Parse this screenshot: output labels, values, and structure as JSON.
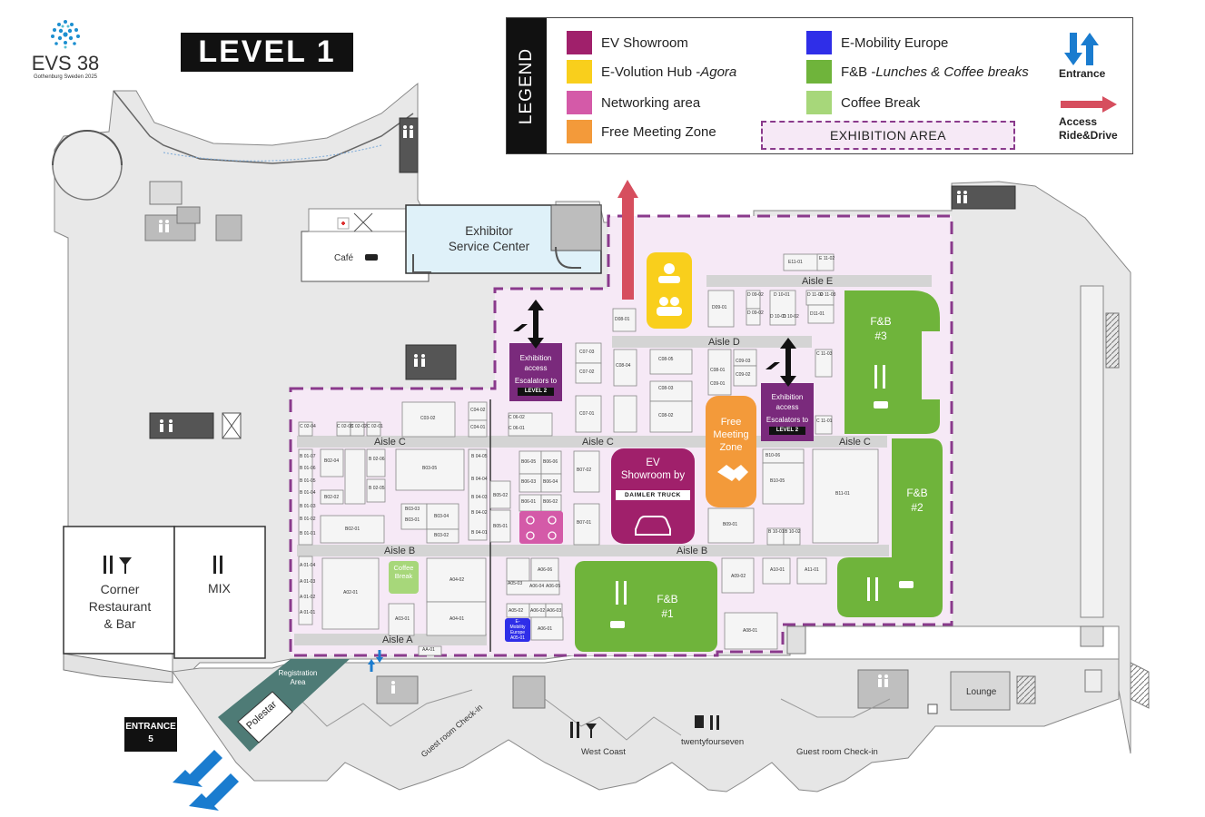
{
  "logo": {
    "title": "EVS 38",
    "subtitle": "Gothenburg Sweden 2025"
  },
  "level": "LEVEL 1",
  "legend": {
    "tab": "LEGEND",
    "items": [
      {
        "label": "EV Showroom",
        "em": "",
        "color": "#a0206b"
      },
      {
        "label": "E-Volution Hub - ",
        "em": "Agora",
        "color": "#f9cf1c"
      },
      {
        "label": "Networking area",
        "em": "",
        "color": "#d45aa8"
      },
      {
        "label": "Free Meeting Zone",
        "em": "",
        "color": "#f39a3a"
      },
      {
        "label": "E-Mobility Europe",
        "em": "",
        "color": "#2f2ee8"
      },
      {
        "label": "F&B - ",
        "em": "Lunches & Coffee breaks",
        "color": "#6fb43b"
      },
      {
        "label": "Coffee Break",
        "em": "",
        "color": "#a7d77a"
      }
    ],
    "exhibition_area": "EXHIBITION AREA",
    "entrance": "Entrance",
    "access_ride_drive": [
      "Access",
      "Ride&Drive"
    ]
  },
  "colors": {
    "purple_dark": "#7a2a7c",
    "exhibition_fill": "#f6e9f6",
    "exhibition_border": "#8a3a8c",
    "fb_green": "#6fb43b",
    "coffee_green": "#a7d77a",
    "orange": "#f39a3a",
    "yellow": "#f9cf1c",
    "showroom": "#a0206b",
    "blue": "#2f2ee8",
    "service_blue": "#dff1f9",
    "arrow_red": "#d64e5e",
    "teal": "#4e7b76",
    "entrance_blue": "#1a7ccf"
  },
  "rooms": {
    "exhibitor_service": [
      "Exhibitor",
      "Service Center"
    ],
    "cafe": "Café",
    "corner_restaurant": [
      "Corner",
      "Restaurant",
      "& Bar"
    ],
    "mix": "MIX",
    "registration": [
      "Registration",
      "Area"
    ],
    "polestar": "Polestar",
    "entrance5": [
      "ENTRANCE",
      "5"
    ],
    "guest_checkin_left": "Guest room Check-in",
    "guest_checkin_right": "Guest room Check-in",
    "west_coast": "West Coast",
    "twentyfourseven": "twentyfourseven",
    "lounge": "Lounge"
  },
  "aisles": {
    "a": "Aisle A",
    "b_left": "Aisle B",
    "b_right": "Aisle B",
    "c_left": "Aisle C",
    "c_mid": "Aisle C",
    "c_right": "Aisle C",
    "d": "Aisle D",
    "e": "Aisle E"
  },
  "features": {
    "exhibition_access_1": [
      "Exhibition",
      "access",
      "Escalators to",
      "LEVEL 2"
    ],
    "exhibition_access_2": [
      "Exhibition",
      "access",
      "Escalators to",
      "LEVEL 2"
    ],
    "free_meeting": [
      "Free",
      "Meeting",
      "Zone"
    ],
    "ev_showroom": [
      "EV",
      "Showroom by"
    ],
    "daimler": "DAIMLER TRUCK",
    "fb1": [
      "F&B",
      "#1"
    ],
    "fb2": [
      "F&B",
      "#2"
    ],
    "fb3": [
      "F&B",
      "#3"
    ],
    "coffee_break": [
      "Coffee",
      "Break"
    ],
    "emobility": [
      "E-",
      "Mobility",
      "Europe",
      "A05-01"
    ]
  },
  "booths": [
    {
      "id": "E11-01"
    },
    {
      "id": "E 11-02"
    },
    {
      "id": "D09-01"
    },
    {
      "id": "D 09-02"
    },
    {
      "id": "D 09-02"
    },
    {
      "id": "D 10-01"
    },
    {
      "id": "D 10-01"
    },
    {
      "id": "D 10-02"
    },
    {
      "id": "D 11-02"
    },
    {
      "id": "D 11-03"
    },
    {
      "id": "D11-01"
    },
    {
      "id": "D08-01"
    },
    {
      "id": "C07-03"
    },
    {
      "id": "C07-02"
    },
    {
      "id": "C07-01"
    },
    {
      "id": "C08-04"
    },
    {
      "id": "C08-05"
    },
    {
      "id": "C08-01"
    },
    {
      "id": "C08-03"
    },
    {
      "id": "C08-02"
    },
    {
      "id": "C09-01"
    },
    {
      "id": "C09-03"
    },
    {
      "id": "C09-02"
    },
    {
      "id": "C 11-03"
    },
    {
      "id": "C 11-01"
    },
    {
      "id": "C04-02"
    },
    {
      "id": "C04-01"
    },
    {
      "id": "C03-02"
    },
    {
      "id": "C 02-04"
    },
    {
      "id": "C 02-03"
    },
    {
      "id": "C 02-02"
    },
    {
      "id": "C 02-01"
    },
    {
      "id": "C 06-02"
    },
    {
      "id": "C 06-01"
    },
    {
      "id": "B02-04"
    },
    {
      "id": "B02-02"
    },
    {
      "id": "B02-01"
    },
    {
      "id": "B 02-06"
    },
    {
      "id": "B 02-05"
    },
    {
      "id": "B03-05"
    },
    {
      "id": "B03-03"
    },
    {
      "id": "B03-01"
    },
    {
      "id": "B03-04"
    },
    {
      "id": "B03-02"
    },
    {
      "id": "B 04-05"
    },
    {
      "id": "B 04-04"
    },
    {
      "id": "B 04-03"
    },
    {
      "id": "B 04-02"
    },
    {
      "id": "B 04-01"
    },
    {
      "id": "B05-02"
    },
    {
      "id": "B05-01"
    },
    {
      "id": "B06-05"
    },
    {
      "id": "B06-06"
    },
    {
      "id": "B06-03"
    },
    {
      "id": "B06-04"
    },
    {
      "id": "B06-01"
    },
    {
      "id": "B06-02"
    },
    {
      "id": "B07-02"
    },
    {
      "id": "B07-01"
    },
    {
      "id": "B09-01"
    },
    {
      "id": "B10-06"
    },
    {
      "id": "B10-05"
    },
    {
      "id": "B 10-01"
    },
    {
      "id": "B 10-02"
    },
    {
      "id": "B11-01"
    },
    {
      "id": "A02-01"
    },
    {
      "id": "A03-01"
    },
    {
      "id": "A04-02"
    },
    {
      "id": "A04-01"
    },
    {
      "id": "A05-03"
    },
    {
      "id": "A06-06"
    },
    {
      "id": "A06-04"
    },
    {
      "id": "A06-05"
    },
    {
      "id": "A05-02"
    },
    {
      "id": "A06-02"
    },
    {
      "id": "A06-03"
    },
    {
      "id": "A06-01"
    },
    {
      "id": "A09-02"
    },
    {
      "id": "A10-01"
    },
    {
      "id": "A11-01"
    },
    {
      "id": "A08-01"
    },
    {
      "id": "AA-01"
    },
    {
      "id": "A 01-04"
    },
    {
      "id": "A 01-03"
    },
    {
      "id": "A 01-02"
    },
    {
      "id": "A 01-01"
    },
    {
      "id": "B 01-07"
    },
    {
      "id": "B 01-06"
    },
    {
      "id": "B 01-05"
    },
    {
      "id": "B 01-04"
    },
    {
      "id": "B 01-03"
    },
    {
      "id": "B 01-02"
    },
    {
      "id": "B 01-01"
    }
  ]
}
